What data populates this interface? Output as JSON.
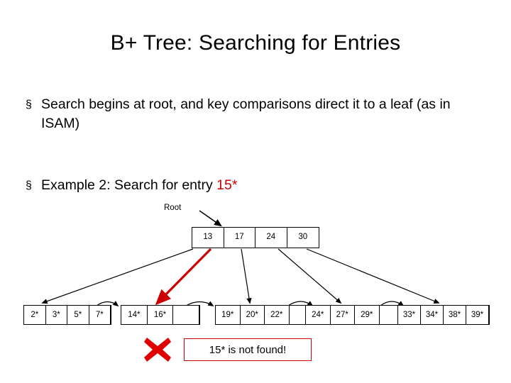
{
  "slide": {
    "title": "B+ Tree: Searching for Entries",
    "bullets": [
      {
        "marker": "§",
        "text": "Search begins at root, and key comparisons direct it to a leaf (as in ISAM)"
      },
      {
        "marker": "§",
        "text_before": "Example 2: Search for entry ",
        "highlight": "15*",
        "text_after": ""
      }
    ],
    "root_label": "Root",
    "root_node": {
      "keys": [
        "13",
        "17",
        "24",
        "30"
      ]
    },
    "leaves": [
      {
        "entries": [
          "2*",
          "3*",
          "5*",
          "7*"
        ]
      },
      {
        "entries": [
          "14*",
          "16*",
          ""
        ]
      },
      {
        "entries": [
          "19*",
          "20*",
          "22*",
          ""
        ]
      },
      {
        "entries": [
          "24*",
          "27*",
          "29*",
          ""
        ]
      },
      {
        "entries": [
          "33*",
          "34*",
          "38*",
          "39*"
        ]
      }
    ],
    "result_box": {
      "text": "15* is not found!",
      "icon": "red-x-icon",
      "border_color": "#cc0000"
    },
    "colors": {
      "highlight": "#cc0000",
      "line": "#000000",
      "search_path": "#cc0000"
    }
  }
}
